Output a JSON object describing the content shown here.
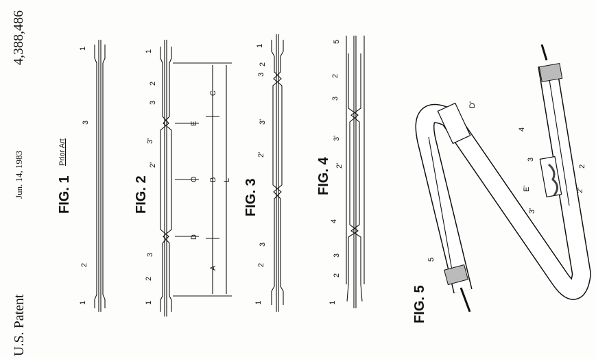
{
  "header": {
    "office": "U.S. Patent",
    "date": "Jun. 14, 1983",
    "patent_number": "4,388,486"
  },
  "figures": {
    "fig1": {
      "label": "FIG. 1",
      "note": "Prior Art",
      "refs": [
        "1",
        "1",
        "2",
        "3"
      ]
    },
    "fig2": {
      "label": "FIG. 2",
      "refs": [
        "1",
        "1",
        "2",
        "2",
        "3",
        "3",
        "2'",
        "3'"
      ],
      "dims": [
        "A",
        "B",
        "C",
        "D",
        "E",
        "O",
        "L"
      ]
    },
    "fig3": {
      "label": "FIG. 3",
      "refs": [
        "1",
        "1",
        "2",
        "2",
        "3",
        "3",
        "2'",
        "3'"
      ]
    },
    "fig4": {
      "label": "FIG. 4",
      "refs": [
        "1",
        "2",
        "3",
        "4",
        "2'",
        "3'",
        "3",
        "2",
        "5"
      ]
    },
    "fig5": {
      "label": "FIG. 5",
      "refs": [
        "5",
        "D'",
        "4",
        "3",
        "2",
        "E'",
        "2'",
        "3'"
      ]
    }
  }
}
